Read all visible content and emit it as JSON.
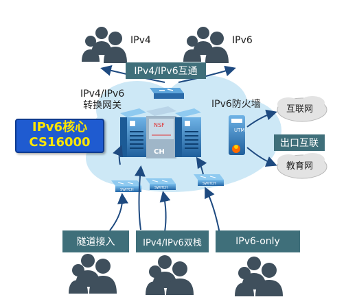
{
  "users_top": {
    "ipv4_label": "IPv4",
    "ipv6_label": "IPv6",
    "interop_label": "IPv4/IPv6互通"
  },
  "gateway": {
    "label_line1": "IPv4/IPv6",
    "label_line2": "转换网关"
  },
  "core": {
    "line1": "IPv6核心",
    "line2": "CS16000"
  },
  "firewall": {
    "label": "IPv6防火墙",
    "utm_text": "UTM"
  },
  "external": {
    "internet_label": "互联网",
    "egress_label": "出口互联",
    "edu_label": "教育网"
  },
  "access": [
    {
      "label": "隧道接入"
    },
    {
      "label": "IPv4/IPv6双栈"
    },
    {
      "label": "IPv6-only"
    }
  ],
  "colors": {
    "cloud": "#cde8f6",
    "switch_blue": "#2f7fc0",
    "label_box": "#3f6f7a",
    "core_fill": "#1f5bd0",
    "core_text": "#ffe600",
    "arrow": "#1e4a80",
    "user": "#3f4f5c"
  }
}
